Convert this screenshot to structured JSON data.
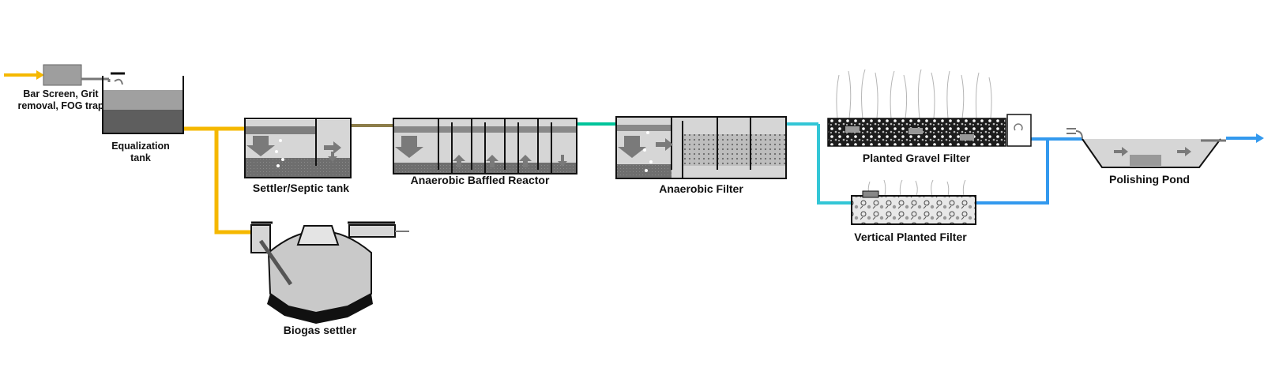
{
  "diagram": {
    "labels": {
      "bar_screen": "Bar Screen, Grit removal, FOG trap",
      "equalization": "Equalization tank",
      "settler": "Settler/Septic tank",
      "abr": "Anaerobic Baffled Reactor",
      "anaerobic_filter": "Anaerobic Filter",
      "planted_gravel": "Planted Gravel Filter",
      "vertical_planted": "Vertical Planted Filter",
      "polishing_pond": "Polishing Pond",
      "biogas_settler": "Biogas settler"
    },
    "colors": {
      "raw_wastewater": "#f5b800",
      "post_settler": "#8c7d4a",
      "post_abr": "#00c49a",
      "post_anaerobic_filter": "#33c6d6",
      "treated": "#3399ee",
      "tank_outline": "#111111",
      "water_light": "#d4d4d4",
      "sludge_dark": "#6e6e6e",
      "gravel": "#2a2a2a"
    }
  }
}
